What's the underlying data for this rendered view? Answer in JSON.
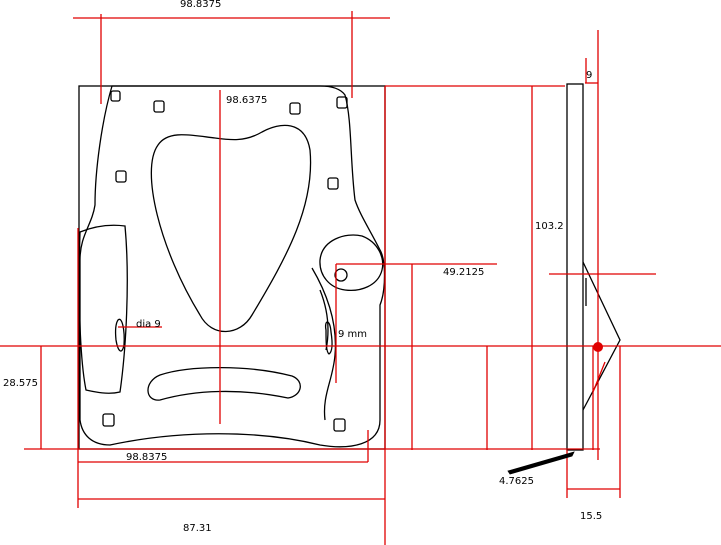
{
  "colors": {
    "outline": "#000000",
    "dimension": "#e00000",
    "background": "#ffffff"
  },
  "dimensions": {
    "top_width": "98.8375",
    "inner_width": "98.6375",
    "bottom_width": "98.8375",
    "overall_width": "87.31",
    "height": "103.2",
    "offset": "49.2125",
    "left_height": "28.575",
    "hole_diameter": "dia 9",
    "slot_width": "9 mm",
    "thickness": "9",
    "side_depth": "15.5",
    "tab": "4.7625"
  }
}
